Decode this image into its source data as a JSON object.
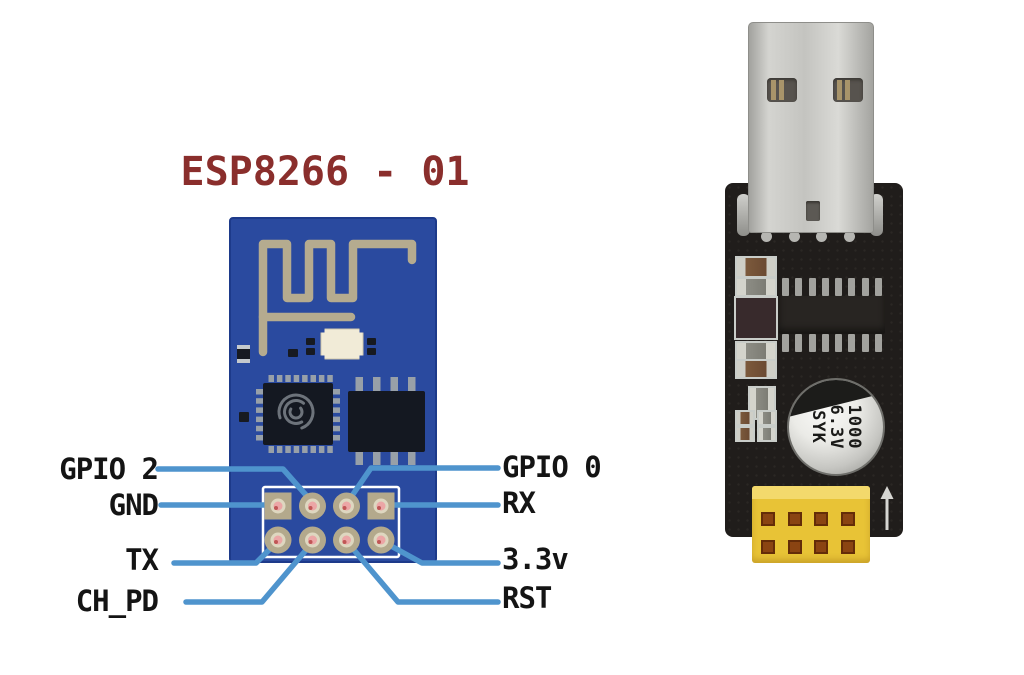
{
  "title": "ESP8266 - 01",
  "esp8266_module": {
    "left_pin_labels": [
      "GPIO 2",
      "GND",
      "TX",
      "CH_PD"
    ],
    "right_pin_labels": [
      "GPIO 0",
      "RX",
      "3.3v",
      "RST"
    ]
  },
  "usb_adapter": {
    "capacitor_marking": {
      "line1": "1000",
      "line2": "6.3V",
      "line3": "SYK"
    }
  },
  "colors": {
    "title_text": "#8a2e2c",
    "board_blue": "#2a4a9f",
    "board_edge_blue": "#1d3a8a",
    "antenna_trace_tan": "#b5ab8f",
    "wire_blue": "#4f94cd",
    "pin_pad_tan": "#b3a98c",
    "pin_hole_pink": "#eba6a6",
    "label_text": "#141414",
    "adapter_pcb_black": "#201d1b",
    "usb_connector_silver": "#c8c8c4",
    "capacitor_silver": "#d9d9d5",
    "header_yellow": "#e8c336",
    "header_hole_brown": "#8a4412",
    "arrow_white": "#d6d6d2"
  }
}
